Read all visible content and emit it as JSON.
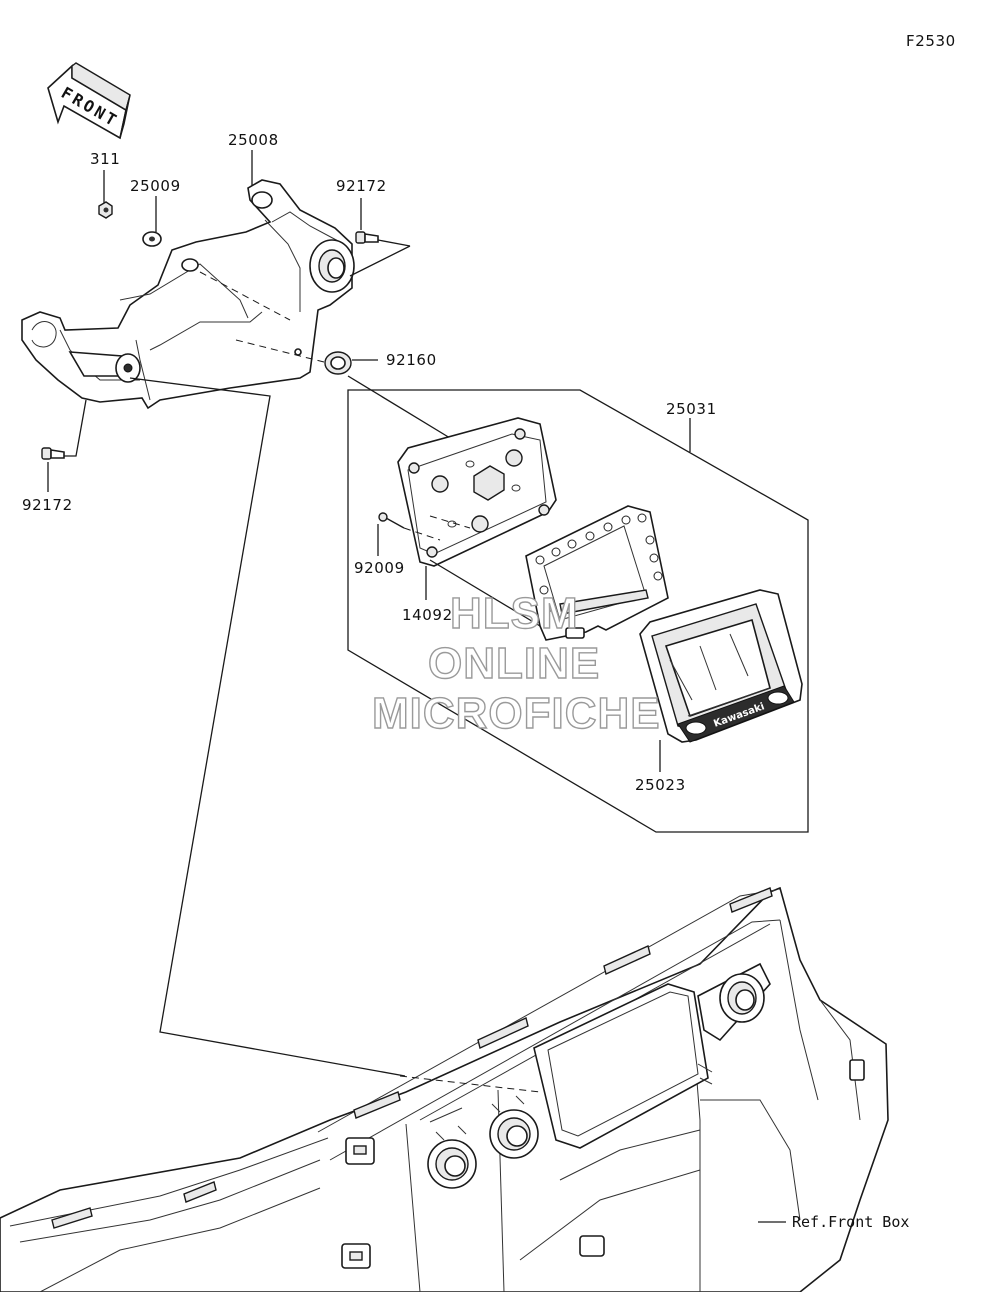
{
  "diagram": {
    "figure_code": "F2530",
    "front_arrow_label": "FRONT",
    "watermark": [
      "HLSM",
      "ONLINE",
      "MICROFICHE"
    ],
    "brand_text": "Kawasaki",
    "callouts": {
      "p311": "311",
      "p25009": "25009",
      "p25008": "25008",
      "p92172_top": "92172",
      "p92160": "92160",
      "p92172_left": "92172",
      "p25031": "25031",
      "p92009": "92009",
      "p14092": "14092",
      "p25023": "25023",
      "ref_front_box": "Ref.Front Box"
    }
  }
}
